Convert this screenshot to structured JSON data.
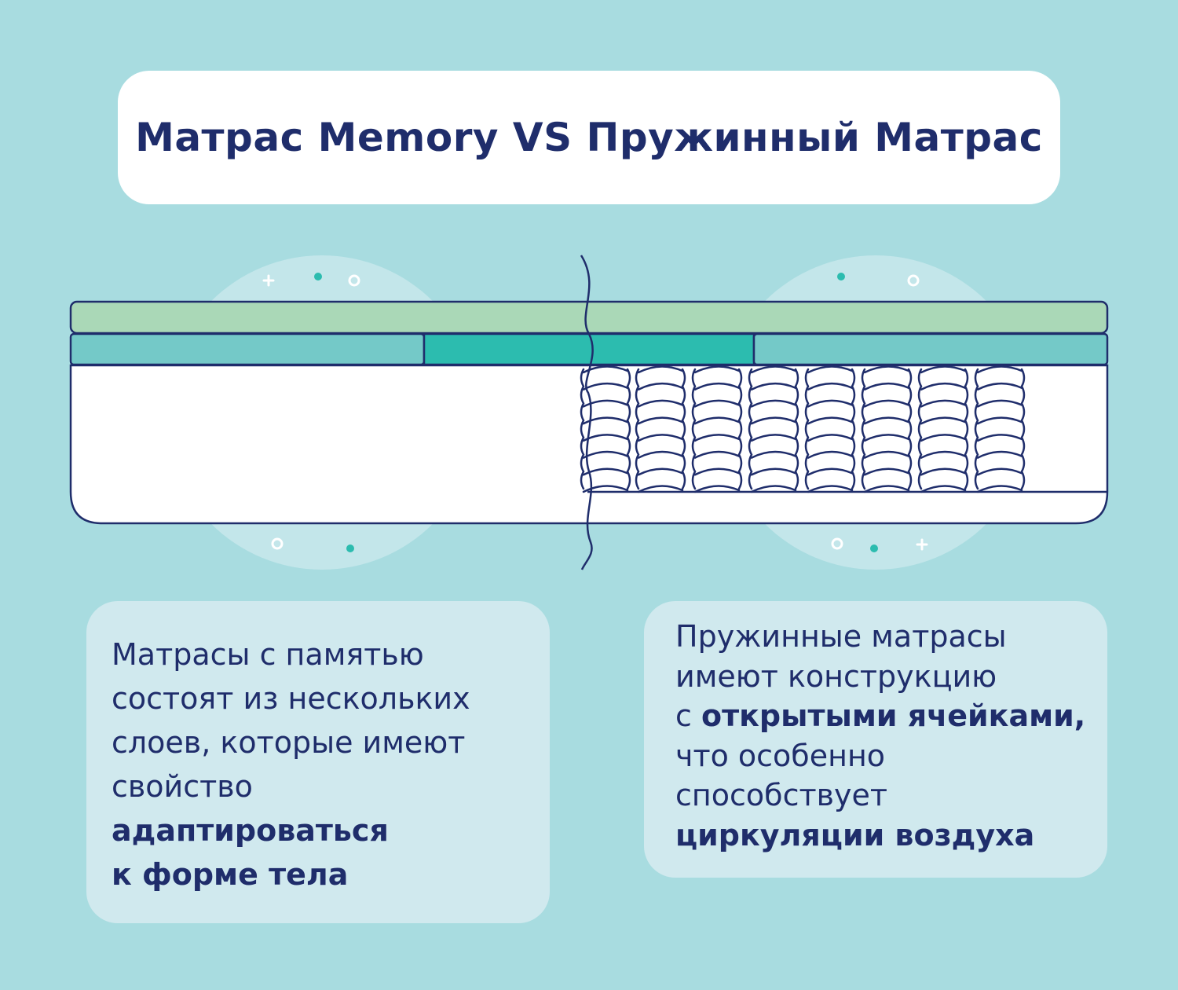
{
  "title": "Матрас Memory VS Пружинный Матрас",
  "left_card": {
    "lines": [
      {
        "text": "Матрасы с памятью",
        "bold": false
      },
      {
        "text": "состоят из нескольких",
        "bold": false
      },
      {
        "text": "слоев, которые имеют",
        "bold": false
      },
      {
        "text": "свойство",
        "bold": false
      },
      {
        "text": "адаптироваться",
        "bold": true
      },
      {
        "text": "к форме тела",
        "bold": true
      }
    ]
  },
  "right_card": {
    "line1": "Пружинные матрасы",
    "line2": "имеют конструкцию",
    "line3_prefix": "с ",
    "line3_bold": "открытыми ячейками,",
    "line4": "что особенно",
    "line5": "способствует",
    "line6_bold": "циркуляции воздуха"
  },
  "colors": {
    "background": "#a8dce0",
    "circle": "#c3e6ea",
    "outline": "#1f2d6b",
    "top_layer": "#aad8b7",
    "middle_layer": "#74c9c8",
    "middle_accent": "#2cbcaf",
    "dot": "#2cbcaf",
    "card": "#d0e9ee"
  },
  "icons": {
    "decor": [
      "plus-icon",
      "dot-icon",
      "ring-icon"
    ],
    "mattress": "mattress-cross-section-icon",
    "springs": "pocket-spring-icon"
  }
}
